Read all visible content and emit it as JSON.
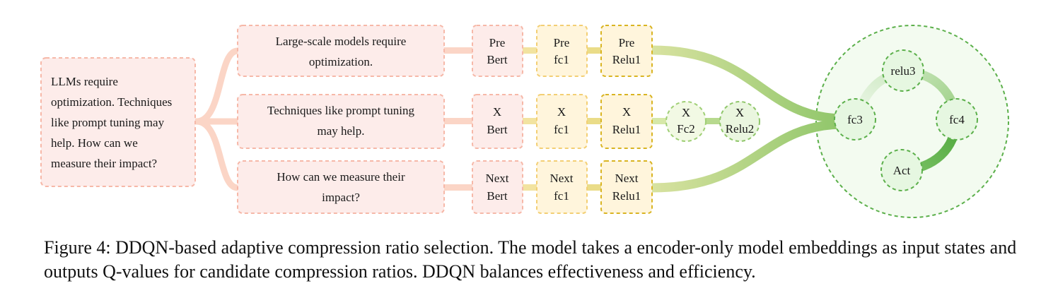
{
  "input_box": {
    "lines": [
      "LLMs require",
      "optimization. Techniques",
      "like prompt tuning may",
      "help. How can we",
      "measure their impact?"
    ]
  },
  "sentences": [
    {
      "lines": [
        "Large-scale models require",
        "optimization."
      ]
    },
    {
      "lines": [
        "Techniques like prompt tuning",
        "may help."
      ]
    },
    {
      "lines": [
        "How can we measure their",
        "impact?"
      ]
    }
  ],
  "rows": [
    {
      "bert": [
        "Pre",
        "Bert"
      ],
      "fc1": [
        "Pre",
        "fc1"
      ],
      "relu1": [
        "Pre",
        "Relu1"
      ]
    },
    {
      "bert": [
        "X",
        "Bert"
      ],
      "fc1": [
        "X",
        "fc1"
      ],
      "relu1": [
        "X",
        "Relu1"
      ]
    },
    {
      "bert": [
        "Next",
        "Bert"
      ],
      "fc1": [
        "Next",
        "fc1"
      ],
      "relu1": [
        "Next",
        "Relu1"
      ]
    }
  ],
  "extra_nodes": [
    {
      "lines": [
        "X",
        "Fc2"
      ]
    },
    {
      "lines": [
        "X",
        "Relu2"
      ]
    }
  ],
  "cycle_nodes": {
    "fc3": "fc3",
    "relu3": "relu3",
    "fc4": "fc4",
    "act": "Act"
  },
  "caption": "Figure 4: DDQN-based adaptive compression ratio selection. The model takes a encoder-only model embeddings as input states and outputs Q-values for candidate compression ratios. DDQN balances effectiveness and efficiency.",
  "colors": {
    "pink_fill": "#fdecea",
    "pink_stroke": "#f6b8a8",
    "pink_connector": "#fbd5c6",
    "yellow_fill": "#fff5dc",
    "yellow_stroke": "#f3cf74",
    "yellow_connector": "#f2e3a0",
    "gold_stroke": "#d9b422",
    "green_fill": "#e6f7e1",
    "green_stroke": "#5cb04b",
    "green_flow": "#9fcf75"
  }
}
